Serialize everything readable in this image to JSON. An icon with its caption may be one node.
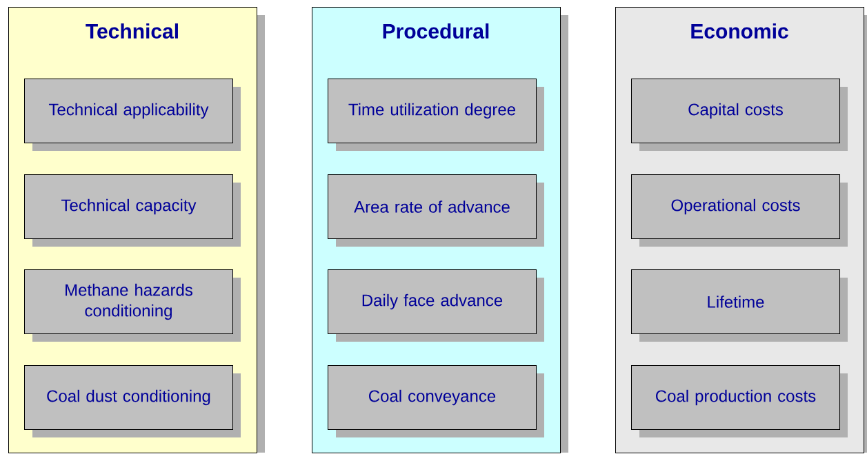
{
  "diagram": {
    "nodes": [
      {
        "text": [
          "Technical"
        ]
      },
      {
        "text": [
          "Technical applicability"
        ],
        "in": 0
      },
      {
        "text": [
          "Technical capacity"
        ],
        "in": 0
      },
      {
        "text": [
          "Methane hazards conditioning"
        ],
        "in": 0
      },
      {
        "text": [
          "Coal dust conditioning"
        ],
        "in": 0
      },
      {
        "text": [
          "Procedural"
        ]
      },
      {
        "text": [
          "Time utilization degree"
        ],
        "in": 5
      },
      {
        "text": [
          "Area rate of advance"
        ],
        "in": 5
      },
      {
        "text": [
          "Daily face advance"
        ],
        "in": 5
      },
      {
        "text": [
          "Coal conveyance"
        ],
        "in": 5
      },
      {
        "text": [
          "Economic"
        ]
      },
      {
        "text": [
          "Capital costs"
        ],
        "in": 10
      },
      {
        "text": [
          "Operational costs"
        ],
        "in": 10
      },
      {
        "text": [
          "Lifetime"
        ],
        "in": 10
      },
      {
        "text": [
          "Coal production costs"
        ],
        "in": 10
      }
    ]
  }
}
